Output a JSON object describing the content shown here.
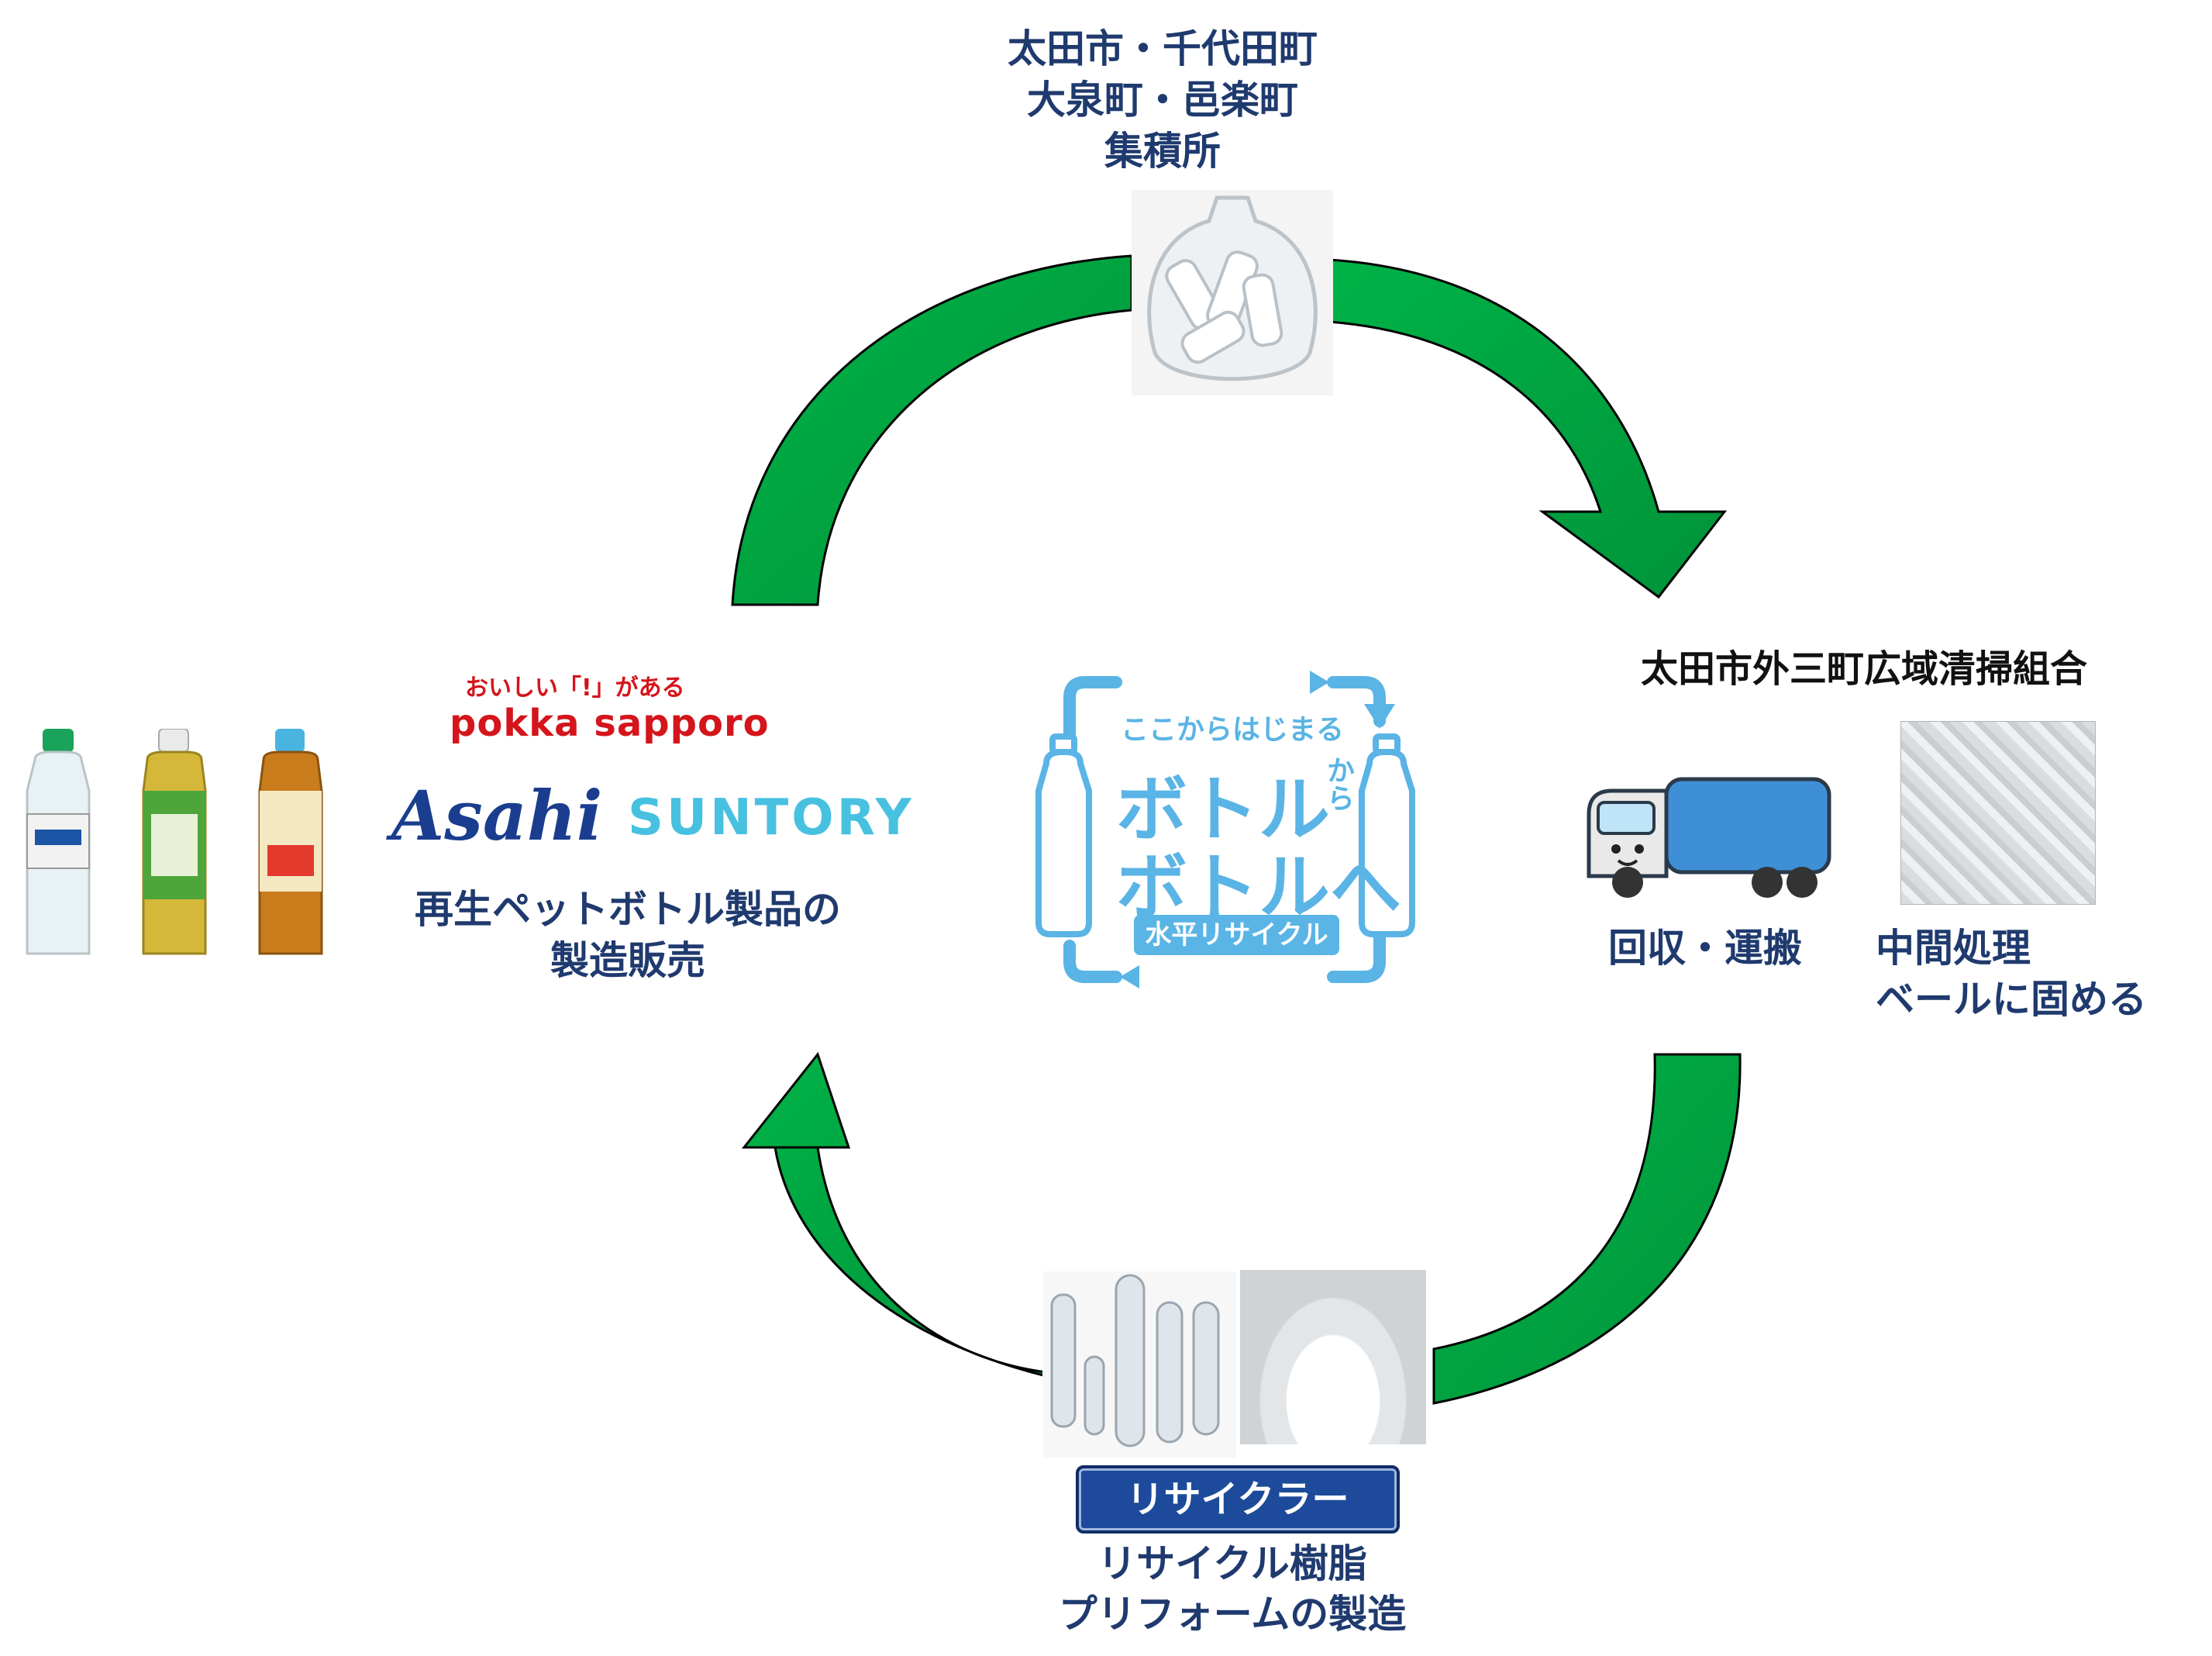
{
  "top_node": {
    "lines": [
      "太田市・千代田町",
      "大泉町・邑楽町",
      "集積所"
    ]
  },
  "right_node": {
    "title": "太田市外三町広域清掃組合",
    "collect_label": "回収・運搬",
    "process_lines": [
      "中間処理",
      "ベールに固める"
    ]
  },
  "bottom_node": {
    "badge": "リサイクラー",
    "lines": [
      "リサイクル樹脂",
      "プリフォームの製造"
    ]
  },
  "left_node": {
    "pokka_tagline": "おいしい「!」がある",
    "pokka_logo": "pokka sapporo",
    "asahi_logo": "Asahi",
    "suntory_logo": "SUNTORY",
    "lines": [
      "再生ペットボトル製品の",
      "製造販売"
    ]
  },
  "center_logo": {
    "tagline": "ここからはじまる",
    "line1": "ボトル",
    "kara": "から",
    "line2": "ボトルへ",
    "badge": "水平リサイクル"
  },
  "colors": {
    "arrow_green": "#00a33f",
    "label_navy": "#1f3a6e",
    "logo_blue": "#5ab4e5",
    "badge_navy": "#1d4a9a"
  }
}
